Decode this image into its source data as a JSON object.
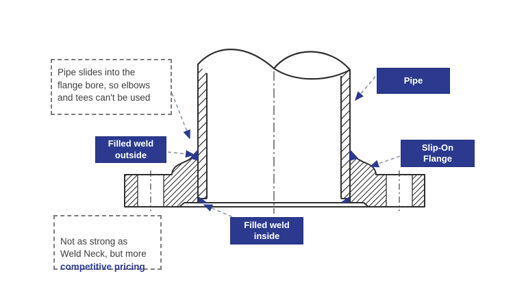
{
  "diagram": {
    "subject": "Slip-On Flange cross-section",
    "colors": {
      "label_bg": "#2b3a8f",
      "label_text": "#ffffff",
      "accent_text": "#2b3a8f",
      "drawing_line": "#2e2e2e",
      "weld_fill": "#2b3a8f",
      "leader_dash": "#8a93ad",
      "note_border": "#7a7a7a",
      "note_text": "#3e3e3e"
    },
    "labels": {
      "pipe": "Pipe",
      "slip_on_flange": "Slip-On\nFlange",
      "filled_weld_outside": "Filled weld\noutside",
      "filled_weld_inside": "Filled weld\ninside"
    },
    "notes": {
      "top": "Pipe slides into the\nflange bore, so elbows\nand tees can't be used",
      "bottom_plain": "Not as strong as\nWeld Neck, but more",
      "bottom_accent": "competitive pricing"
    }
  }
}
